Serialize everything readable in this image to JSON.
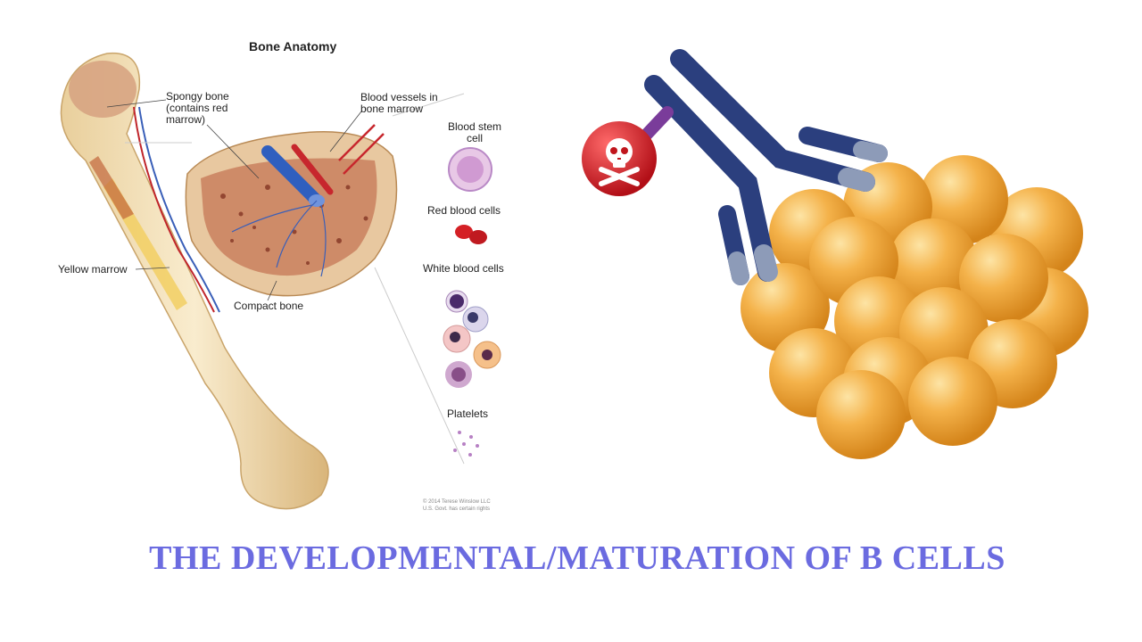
{
  "bone_anatomy": {
    "title": "Bone Anatomy",
    "labels": {
      "spongy_bone": "Spongy bone\n(contains red\nmarrow)",
      "blood_vessels": "Blood vessels in\nbone marrow",
      "blood_stem_cell": "Blood stem\ncell",
      "red_blood_cells": "Red blood cells",
      "white_blood_cells": "White blood cells",
      "yellow_marrow": "Yellow marrow",
      "compact_bone": "Compact bone",
      "platelets": "Platelets"
    },
    "credit": "© 2014 Terese Winslow LLC\nU.S. Govt. has certain rights"
  },
  "antibody_graphic": {
    "icon": "skull-crossbones-icon",
    "colors": {
      "antibody": "#2b3f7e",
      "antibody_tip": "#8d9bb8",
      "toxin": "#d8222a",
      "cells": "#f1a93a"
    }
  },
  "caption": {
    "title": "THE DEVELOPMENTAL/MATURATION OF B CELLS",
    "color": "#6b6be0"
  }
}
